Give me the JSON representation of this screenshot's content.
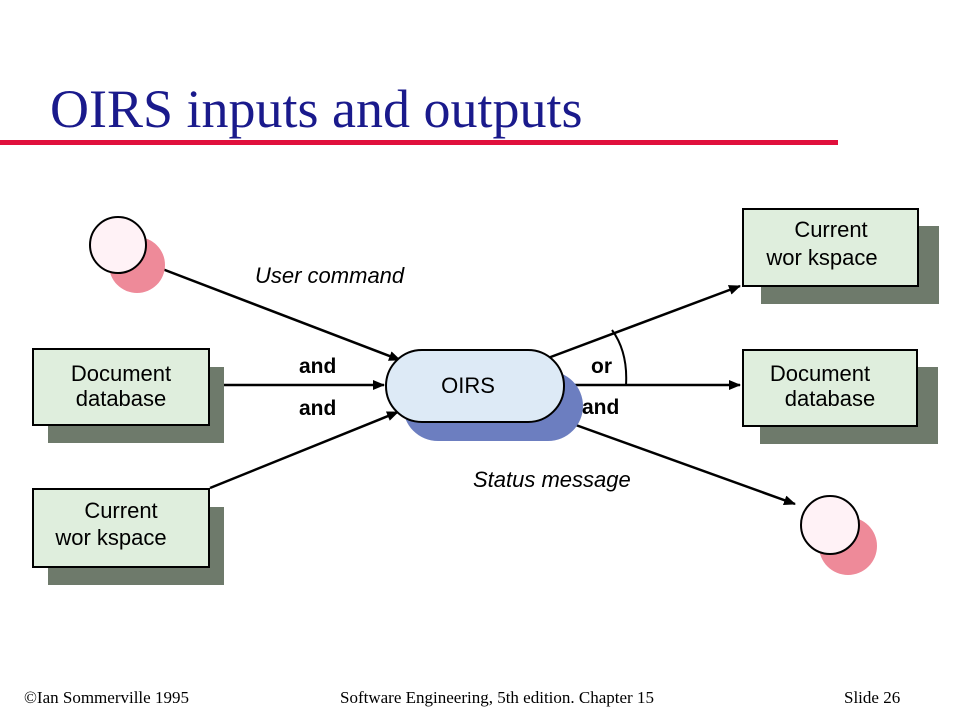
{
  "slide": {
    "title": "OIRS inputs and outputs",
    "accent_color": "#e0103c",
    "title_color": "#1a1a8c"
  },
  "diagram": {
    "process_label": "OIRS",
    "inputs": {
      "user_command": "User command",
      "document_database": [
        "Document",
        "database"
      ],
      "current_workspace": [
        "Current",
        "wor kspace"
      ]
    },
    "outputs": {
      "current_workspace": [
        "Current",
        "wor kspace"
      ],
      "document_database": [
        "Document",
        "database"
      ],
      "status_message": "Status message"
    },
    "connectors": {
      "and_1": "and",
      "and_2": "and",
      "or": "or",
      "and_3": "and"
    },
    "colors": {
      "box_fill": "#dfeedd",
      "box_shadow": "#6e7a6b",
      "process_fill": "#ddeaf6",
      "process_shadow": "#6c7ec0",
      "terminator_fill": "#fff2f6",
      "terminator_shadow": "#ee8a99"
    }
  },
  "footer": {
    "copyright": "©Ian Sommerville 1995",
    "book": "Software Engineering, 5th edition. Chapter 15",
    "slide_number": "Slide 26"
  }
}
